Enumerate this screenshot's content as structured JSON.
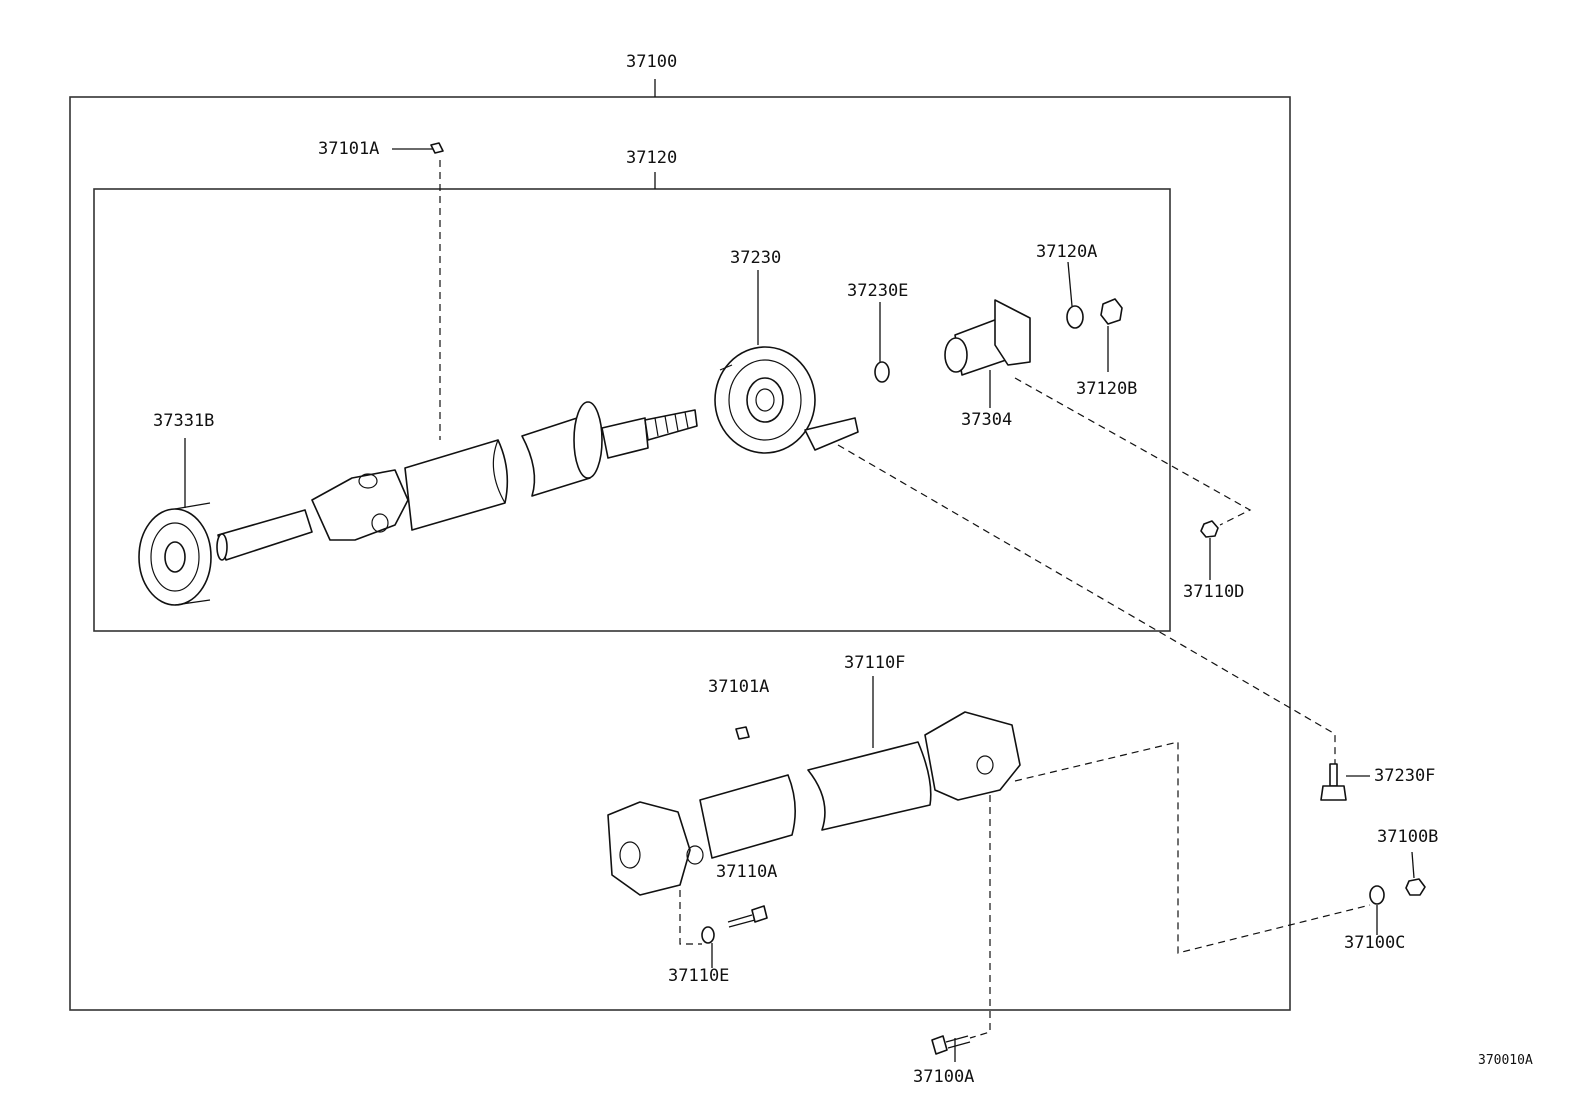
{
  "figure_code": "370010A",
  "labels": {
    "assembly": "37100",
    "front_shaft_assembly": "37120",
    "p37101a_upper": "37101A",
    "p37101a_lower": "37101A",
    "p37230": "37230",
    "p37230e": "37230E",
    "p37120a": "37120A",
    "p37120b": "37120B",
    "p37304": "37304",
    "p37331b": "37331B",
    "p37110d": "37110D",
    "p37110f": "37110F",
    "p37230f": "37230F",
    "p37100b": "37100B",
    "p37100c": "37100C",
    "p37110a": "37110A",
    "p37110e": "37110E",
    "p37100a": "37100A"
  }
}
